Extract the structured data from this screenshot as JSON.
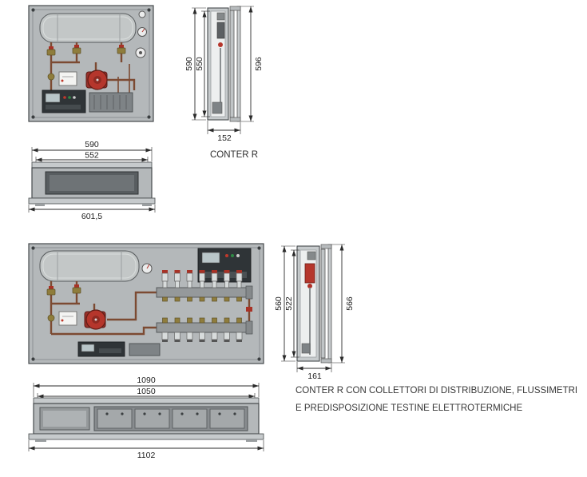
{
  "unit1": {
    "label": "CONTER R",
    "side_view": {
      "dim_height_outer": "590",
      "dim_height_inner": "550",
      "dim_height_bracket": "596",
      "dim_depth": "152"
    },
    "plan_view": {
      "dim_width_body": "590",
      "dim_width_inner": "552",
      "dim_width_overall": "601,5"
    }
  },
  "unit2": {
    "caption_line1": "CONTER R CON COLLETTORI DI DISTRIBUZIONE, FLUSSIMETRI",
    "caption_line2": "E PREDISPOSIZIONE TESTINE ELETTROTERMICHE",
    "side_view": {
      "dim_height_outer": "560",
      "dim_height_inner": "522",
      "dim_height_bracket": "566",
      "dim_depth": "161"
    },
    "plan_view": {
      "dim_width_body": "1090",
      "dim_width_inner": "1050",
      "dim_width_overall": "1102"
    }
  },
  "colors": {
    "cabinet": "#b4b8ba",
    "pump_red": "#b5362c",
    "pipe_brown": "#7c4a32",
    "panel_dark": "#2f3437",
    "dim_line": "#2b2b2b"
  }
}
